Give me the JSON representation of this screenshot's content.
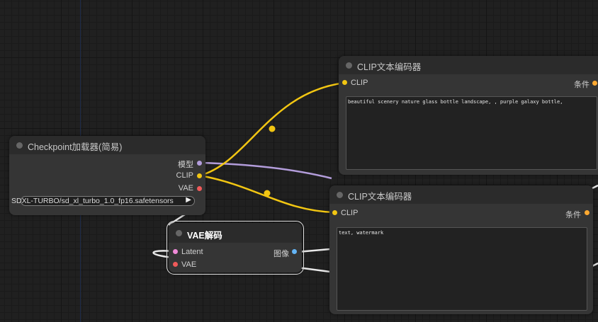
{
  "colors": {
    "clip_wire": "#f2c612",
    "model_wire": "#b39ddb",
    "white_wire": "#e8e8e8",
    "clip_dot": "#f2c612",
    "model_dot": "#b39ddb",
    "vae_dot": "#f05a5a",
    "latent_dot": "#f08ad8",
    "image_dot": "#64b5f6",
    "cond_dot": "#ffa931"
  },
  "checkpoint_node": {
    "title": "Checkpoint加载器(简易)",
    "outputs": {
      "model": "模型",
      "clip": "CLIP",
      "vae": "VAE"
    },
    "ckpt_value": "SDXL-TURBO/sd_xl_turbo_1.0_fp16.safetensors"
  },
  "clip_node_top": {
    "title": "CLIP文本编码器",
    "input_clip": "CLIP",
    "output_cond": "条件",
    "text": "beautiful scenery nature glass bottle landscape, , purple galaxy bottle,"
  },
  "clip_node_bottom": {
    "title": "CLIP文本编码器",
    "input_clip": "CLIP",
    "output_cond": "条件",
    "text": "text, watermark"
  },
  "vae_decode_node": {
    "title": "VAE解码",
    "input_latent": "Latent",
    "input_vae": "VAE",
    "output_image": "图像"
  }
}
